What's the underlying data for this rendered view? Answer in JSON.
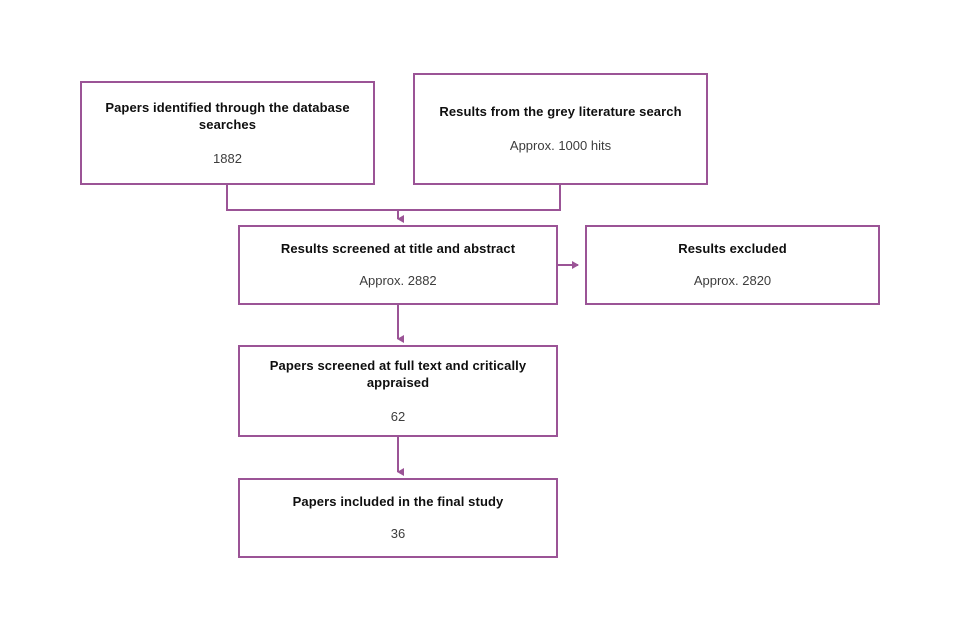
{
  "diagram": {
    "type": "prisma-flowchart",
    "accent_color": "#9B5496",
    "background_color": "#FFFFFF",
    "title_text_color": "#0F0F0F",
    "value_text_color": "#3D3D3D",
    "nodes": [
      {
        "id": "identified",
        "title": "Papers identified through the database searches",
        "value": "1882"
      },
      {
        "id": "grey",
        "title": "Results from the grey literature search",
        "value": "Approx. 1000 hits"
      },
      {
        "id": "screened",
        "title": "Results screened at title and abstract",
        "value": "Approx. 2882"
      },
      {
        "id": "excluded",
        "title": "Results excluded",
        "value": "Approx. 2820"
      },
      {
        "id": "fulltext",
        "title": "Papers screened at full text and critically appraised",
        "value": "62"
      },
      {
        "id": "included",
        "title": "Papers included in the final study",
        "value": "36"
      }
    ],
    "connectors": [
      {
        "id": "identified-to-merge",
        "from": "identified",
        "to": "merge-bar",
        "arrow": false
      },
      {
        "id": "grey-to-merge",
        "from": "grey",
        "to": "merge-bar",
        "arrow": false
      },
      {
        "id": "merge-to-screened",
        "from": "merge-bar",
        "to": "screened",
        "arrow": true
      },
      {
        "id": "screened-to-excluded",
        "from": "screened",
        "to": "excluded",
        "arrow": true
      },
      {
        "id": "screened-to-fulltext",
        "from": "screened",
        "to": "fulltext",
        "arrow": true
      },
      {
        "id": "fulltext-to-included",
        "from": "fulltext",
        "to": "included",
        "arrow": true
      }
    ]
  }
}
